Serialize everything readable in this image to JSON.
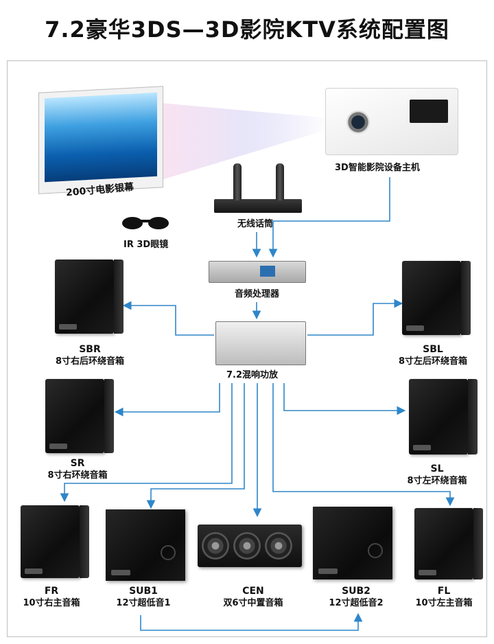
{
  "title": "7.2豪华3DS—3D影院KTV系统配置图",
  "components": {
    "screen": "200寸电影银幕",
    "projector": "3D智能影院设备主机",
    "mic": "无线话筒",
    "glasses": "IR  3D眼镜",
    "processor": "音频处理器",
    "amplifier": "7.2混响功放",
    "sbr": {
      "code": "SBR",
      "name": "8寸右后环绕音箱"
    },
    "sbl": {
      "code": "SBL",
      "name": "8寸左后环绕音箱"
    },
    "sr": {
      "code": "SR",
      "name": "8寸右环绕音箱"
    },
    "sl": {
      "code": "SL",
      "name": "8寸左环绕音箱"
    },
    "fr": {
      "code": "FR",
      "name": "10寸右主音箱"
    },
    "sub1": {
      "code": "SUB1",
      "name": "12寸超低音1"
    },
    "cen": {
      "code": "CEN",
      "name": "双6寸中置音箱"
    },
    "sub2": {
      "code": "SUB2",
      "name": "12寸超低音2"
    },
    "fl": {
      "code": "FL",
      "name": "10寸左主音箱"
    }
  },
  "colors": {
    "connector": "#2e86c9",
    "frame": "#bfbfbf"
  }
}
